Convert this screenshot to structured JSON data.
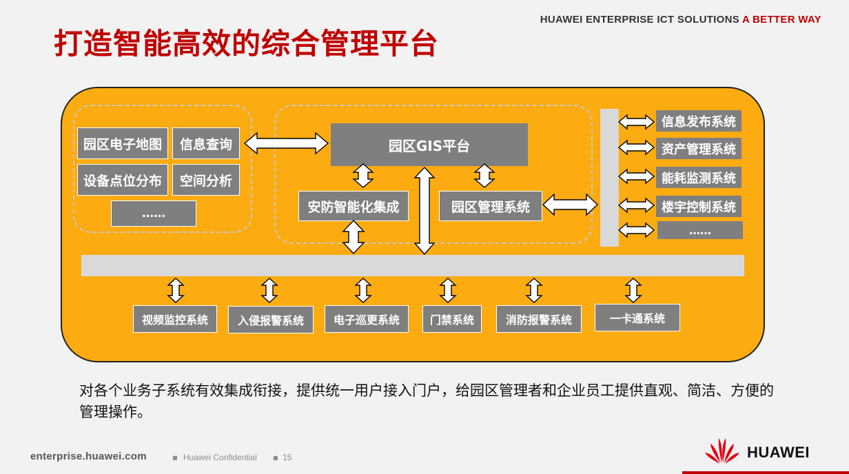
{
  "header": {
    "title": "打造智能高效的综合管理平台",
    "tagline_main": "HUAWEI ENTERPRISE ICT SOLUTIONS",
    "tagline_accent": "A BETTER WAY"
  },
  "diagram": {
    "left_group": {
      "items": [
        "园区电子地图",
        "信息查询",
        "设备点位分布",
        "空间分析",
        "……"
      ]
    },
    "center_group": {
      "gis_platform": "园区GIS平台",
      "security_integration": "安防智能化集成",
      "park_management": "园区管理系统"
    },
    "right_column": {
      "items": [
        "信息发布系统",
        "资产管理系统",
        "能耗监测系统",
        "楼宇控制系统",
        "……"
      ]
    },
    "bottom_subsystems": [
      "视频监控系统",
      "入侵报警系统",
      "电子巡更系统",
      "门禁系统",
      "消防报警系统",
      "一卡通系统"
    ]
  },
  "caption": "对各个业务子系统有效集成衔接，提供统一用户接入门户，给园区管理者和企业员工提供直观、简洁、方便的管理操作。",
  "footer": {
    "url": "enterprise.huawei.com",
    "confidential": "Huawei Confidential",
    "page_number": "15",
    "logo_text": "HUAWEI"
  },
  "colors": {
    "title_red": "#c00000",
    "panel_orange": "#fcab10",
    "box_gray": "#7f7f7f",
    "bar_gray": "#d9d9d9"
  },
  "icons": [
    "huawei-logo-icon",
    "double-arrow-icon"
  ]
}
